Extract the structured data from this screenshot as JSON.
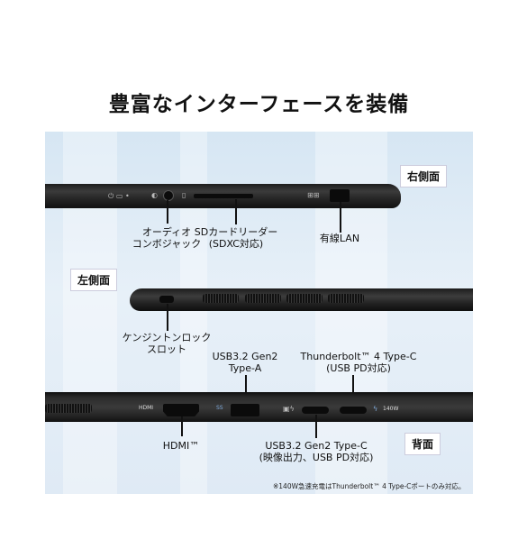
{
  "heading": "豊富なインターフェースを装備",
  "sides": {
    "right": "右側面",
    "left": "左側面",
    "back": "背面"
  },
  "ports": {
    "audio_l1": "オーディオ",
    "audio_l2": "コンボジャック",
    "sd_l1": "SDカードリーダー",
    "sd_l2": "(SDXC対応)",
    "lan": "有線LAN",
    "kensington_l1": "ケンジントンロック",
    "kensington_l2": "スロット",
    "usba_l1": "USB3.2 Gen2",
    "usba_l2": "Type-A",
    "tb_l1": "Thunderbolt™ 4 Type-C",
    "tb_l2": "(USB PD対応)",
    "hdmi": "HDMI™",
    "usbc_l1": "USB3.2 Gen2 Type-C",
    "usbc_l2": "(映像出力、USB PD対応)"
  },
  "printed": {
    "hdmi_mark": "HDMI",
    "ss_mark": "SS",
    "pd_mark": "140W"
  },
  "footnote": "※140W急速充電はThunderbolt™ 4 Type-Cポートのみ対応。"
}
